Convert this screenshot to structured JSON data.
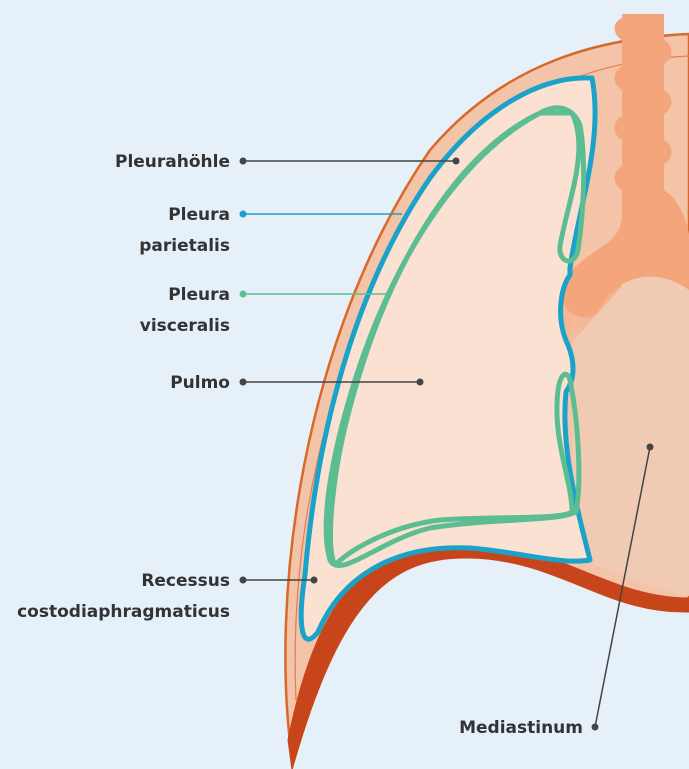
{
  "labels": {
    "pleurahoehle": "Pleurahöhle",
    "pleura_parietalis_1": "Pleura",
    "pleura_parietalis_2": "parietalis",
    "pleura_visceralis_1": "Pleura",
    "pleura_visceralis_2": "visceralis",
    "pulmo": "Pulmo",
    "recessus_1": "Recessus",
    "recessus_2": "costodiaphragmaticus",
    "mediastinum": "Mediastinum"
  },
  "colors": {
    "background": "#e6f0f8",
    "chest_wall": "#f3c4a8",
    "chest_wall_outline": "#d9682a",
    "diaphragm": "#c8441a",
    "lung": "#fbe1d2",
    "mediastinum": "#f1cab3",
    "trachea": "#f5a57c",
    "pleura_parietalis": "#1ba2c8",
    "pleura_visceralis": "#5dbd92",
    "leader_dark": "#444444",
    "label_text": "#333333"
  }
}
